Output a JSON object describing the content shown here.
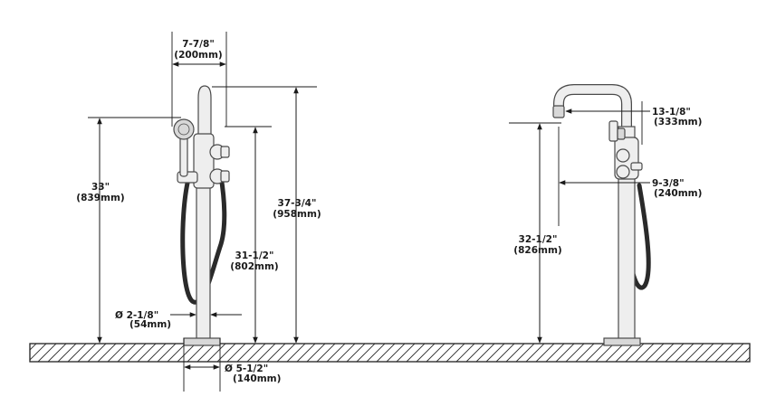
{
  "front_view": {
    "spout_reach": [
      "7-7/8\"",
      "(200mm)"
    ],
    "handshower_height": [
      "33\"",
      "(839mm)"
    ],
    "overall_height": [
      "37-3/4\"",
      "(958mm)"
    ],
    "valve_height": [
      "31-1/2\"",
      "(802mm)"
    ],
    "riser_diameter": [
      "Ø  2-1/8\"",
      "(54mm)"
    ],
    "base_diameter": [
      "Ø  5-1/2\"",
      "(140mm)"
    ]
  },
  "side_view": {
    "spout_projection": [
      "13-1/8\"",
      "(333mm)"
    ],
    "spout_height": [
      "32-1/2\"",
      "(826mm)"
    ],
    "handle_projection": [
      "9-3/8\"",
      "(240mm)"
    ]
  }
}
